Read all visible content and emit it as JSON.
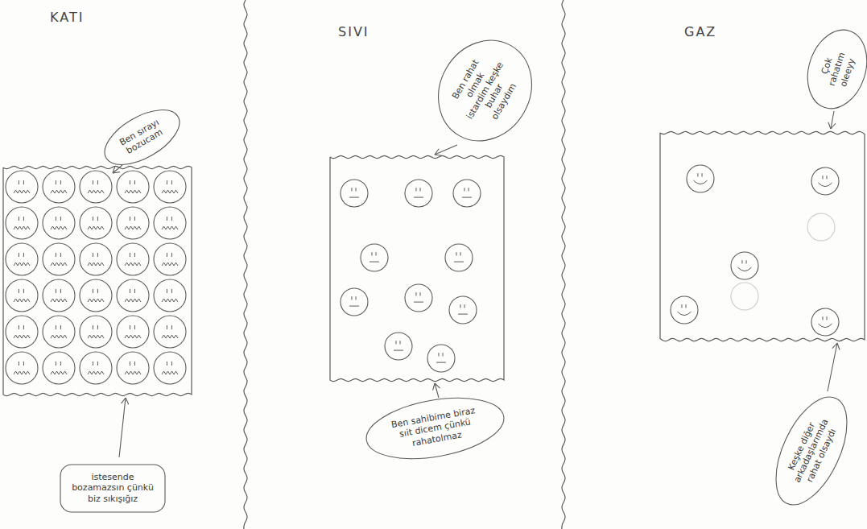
{
  "diagram": {
    "nodes": [
      {
        "text": [
          "Ben sırayı bozucam"
        ]
      },
      {
        "text": [
          "istesende bozamazsın çünkü biz sıkışığız"
        ]
      },
      {
        "text": [
          "Ben rahat olmak istardim keşke buhar olsaydım"
        ]
      },
      {
        "text": [
          "Ben sahibime biraz sıit dicem çünkü rahatolmaz"
        ]
      },
      {
        "text": [
          "Çok rahatım oleeyy"
        ]
      },
      {
        "text": [
          "Keşke diğer arkadaşlarımda rahat olsaydı"
        ]
      }
    ],
    "labels": [
      "KATI",
      "SIVI",
      "GAZ"
    ]
  }
}
